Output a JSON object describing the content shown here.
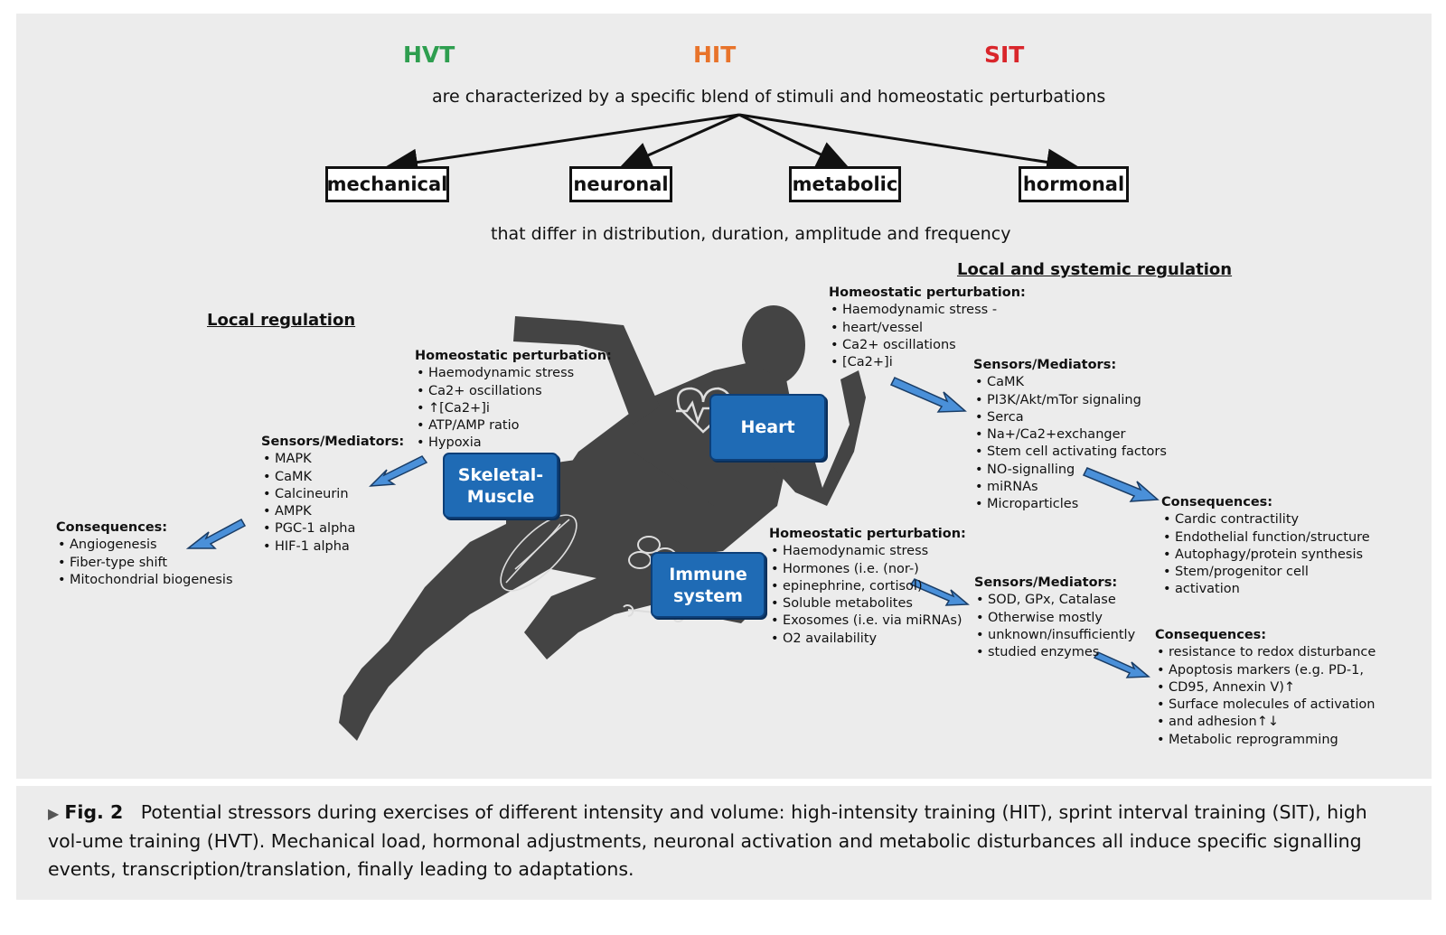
{
  "titles": {
    "hvt": "HVT",
    "hit": "HIT",
    "sit": "SIT",
    "colors": {
      "hvt": "#2e9e4f",
      "hit": "#e8732a",
      "sit": "#d9262b"
    }
  },
  "intro_line": "are characterized by a specific blend of stimuli and homeostatic perturbations",
  "stimuli": [
    "mechanical",
    "neuronal",
    "metabolic",
    "hormonal"
  ],
  "differ_line": "that differ in distribution, duration, amplitude and frequency",
  "local_regulation_title": "Local regulation",
  "local_systemic_title": "Local and systemic regulation",
  "organs": {
    "heart": "Heart",
    "skeletal_line1": "Skeletal-",
    "skeletal_line2": "Muscle",
    "immune_line1": "Immune",
    "immune_line2": "system"
  },
  "muscle": {
    "perturbation_heading": "Homeostatic perturbation:",
    "perturbations": [
      "Haemodynamic stress",
      "Ca2+ oscillations",
      "↑[Ca2+]i",
      "ATP/AMP ratio",
      "Hypoxia"
    ],
    "sensors_heading": "Sensors/Mediators:",
    "sensors": [
      "MAPK",
      "CaMK",
      "Calcineurin",
      "AMPK",
      "PGC-1 alpha",
      "HIF-1 alpha"
    ],
    "consequences_heading": "Consequences:",
    "consequences": [
      "Angiogenesis",
      "Fiber-type shift",
      "Mitochondrial biogenesis"
    ]
  },
  "heart": {
    "perturbation_heading": "Homeostatic perturbation:",
    "perturbations": [
      "Haemodynamic stress -",
      "heart/vessel",
      "Ca2+ oscillations",
      "[Ca2+]i"
    ],
    "sensors_heading": "Sensors/Mediators:",
    "sensors": [
      "CaMK",
      "PI3K/Akt/mTor signaling",
      "Serca",
      "Na+/Ca2+exchanger",
      "Stem cell activating factors",
      "NO-signalling",
      "miRNAs",
      "Microparticles"
    ],
    "consequences_heading": "Consequences:",
    "consequences": [
      "Cardic contractility",
      "Endothelial function/structure",
      "Autophagy/protein synthesis",
      "Stem/progenitor cell",
      "activation"
    ]
  },
  "immune": {
    "perturbation_heading": "Homeostatic perturbation:",
    "perturbations": [
      "Haemodynamic stress",
      "Hormones (i.e. (nor-)",
      "epinephrine, cortisol)",
      "Soluble metabolites",
      "Exosomes (i.e. via miRNAs)",
      "O2 availability"
    ],
    "sensors_heading": "Sensors/Mediators:",
    "sensors": [
      "SOD, GPx, Catalase",
      "Otherwise mostly",
      "unknown/insufficiently",
      "studied enzymes"
    ],
    "consequences_heading": "Consequences:",
    "consequences": [
      "resistance to redox disturbance",
      "Apoptosis markers (e.g. PD-1,",
      "CD95, Annexin V)↑",
      "Surface molecules of activation",
      "and adhesion↑↓",
      "Metabolic reprogramming"
    ]
  },
  "caption": {
    "label": "Fig. 2",
    "text": "Potential stressors during exercises of different intensity and volume: high-intensity training (HIT), sprint interval training (SIT), high vol-ume training (HVT). Mechanical load, hormonal adjustments, neuronal activation and metabolic disturbances all induce specific signalling events, transcription/translation, finally leading to adaptations."
  }
}
